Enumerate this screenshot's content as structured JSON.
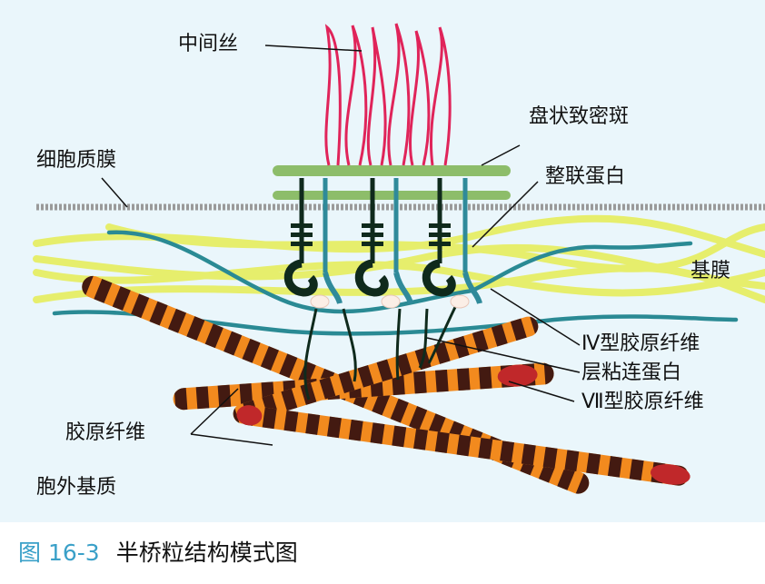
{
  "labels": {
    "intermediate_filament": "中间丝",
    "desmosome_plaque": "盘状致密斑",
    "plasma_membrane": "细胞质膜",
    "integrin": "整联蛋白",
    "basement_membrane": "基膜",
    "collagen_iv": "Ⅳ型胶原纤维",
    "laminin": "层粘连蛋白",
    "collagen_vii": "Ⅶ型胶原纤维",
    "collagen_fiber": "胶原纤维",
    "extracellular_matrix": "胞外基质"
  },
  "caption": {
    "number": "图 16-3",
    "title": "半桥粒结构模式图"
  },
  "colors": {
    "background": "#eaf6fb",
    "intermediate_filament": "#e0245a",
    "plaque": "#8dbd6a",
    "membrane": "#9a9a9a",
    "integrin_dark": "#0f2a1c",
    "integrin_teal": "#2f8a9a",
    "basement_yellow": "#e6ee6c",
    "collagen_iv": "#2a8a94",
    "collagen_orange": "#f28a1e",
    "collagen_band": "#3a1410",
    "caption_number": "#3aa0c8"
  }
}
